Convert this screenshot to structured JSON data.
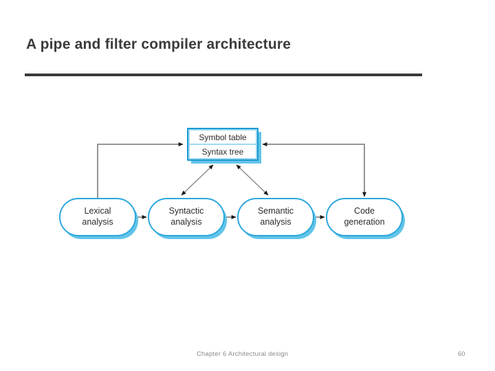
{
  "slide": {
    "title": "A pipe and filter compiler architecture",
    "rule_color": "#3a3a3c"
  },
  "diagram": {
    "type": "flow-diagram",
    "accent_color": "#2ca7dd",
    "shadow_color": "#62c4e8",
    "store_fill": "#9fd9ef",
    "connector_color": "#808080",
    "store": {
      "name": "symbol-table-store",
      "rows": [
        {
          "label": "Symbol table"
        },
        {
          "label": "Syntax tree"
        }
      ]
    },
    "stages": [
      {
        "id": "lexical",
        "line1": "Lexical",
        "line2": "analysis"
      },
      {
        "id": "syntactic",
        "line1": "Syntactic",
        "line2": "analysis"
      },
      {
        "id": "semantic",
        "line1": "Semantic",
        "line2": "analysis"
      },
      {
        "id": "codegen",
        "line1": "Code",
        "line2": "generation"
      }
    ],
    "connections": [
      {
        "from": "lexical",
        "to": "syntactic",
        "style": "arrow"
      },
      {
        "from": "syntactic",
        "to": "semantic",
        "style": "arrow"
      },
      {
        "from": "semantic",
        "to": "codegen",
        "style": "arrow"
      },
      {
        "from": "lexical",
        "to": "store",
        "style": "arrow"
      },
      {
        "from": "syntactic",
        "to": "store",
        "style": "double-arrow"
      },
      {
        "from": "semantic",
        "to": "store",
        "style": "double-arrow"
      },
      {
        "from": "store",
        "to": "codegen",
        "style": "arrow"
      }
    ]
  },
  "footer": {
    "note": "Chapter 6 Architectural design",
    "page_number": "60"
  }
}
